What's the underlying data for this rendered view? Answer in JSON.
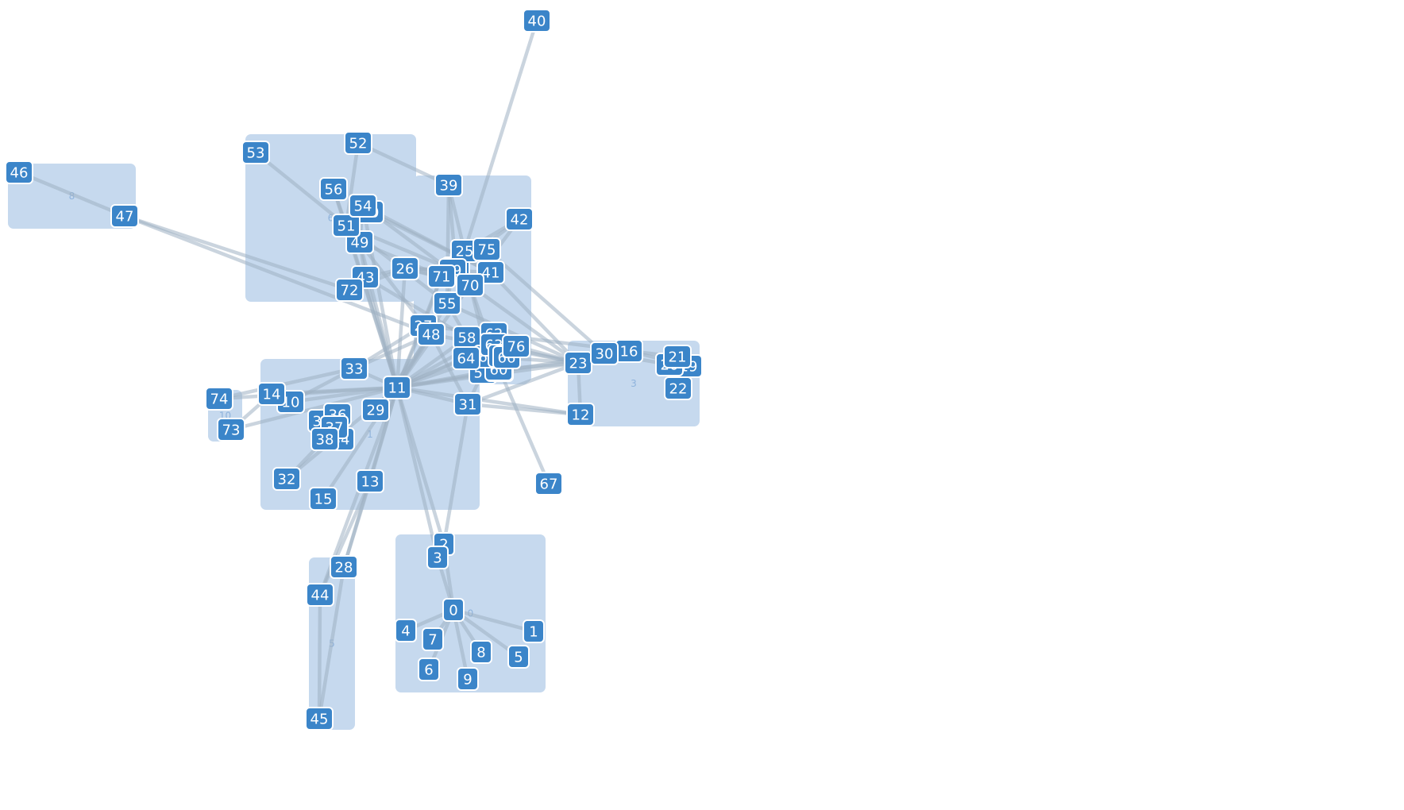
{
  "diagram": {
    "type": "grouped-network",
    "colors": {
      "node": "#3b85c9",
      "group": "#c6d9ee",
      "edge": "#9fb1c2",
      "node_text": "#ffffff"
    },
    "groups": [
      {
        "id": "g0",
        "label": "0",
        "nodes": [
          "0",
          "1",
          "2",
          "3",
          "4",
          "5",
          "6",
          "7",
          "8",
          "9"
        ]
      },
      {
        "id": "g1",
        "label": "1",
        "nodes": [
          "10",
          "11",
          "13",
          "14",
          "15",
          "29",
          "31",
          "32",
          "33",
          "34",
          "35",
          "36",
          "37",
          "38"
        ]
      },
      {
        "id": "g3",
        "label": "3",
        "nodes": [
          "12",
          "16",
          "19",
          "20",
          "21",
          "22",
          "23",
          "30"
        ]
      },
      {
        "id": "g5",
        "label": "5",
        "nodes": [
          "28",
          "44",
          "45"
        ]
      },
      {
        "id": "g6",
        "label": "6",
        "nodes": [
          "43",
          "49",
          "50",
          "51",
          "52",
          "53",
          "54",
          "56",
          "72"
        ]
      },
      {
        "id": "g7",
        "label": "7",
        "nodes": [
          "24",
          "25",
          "39",
          "41",
          "42",
          "55",
          "69",
          "70",
          "71",
          "75"
        ]
      },
      {
        "id": "g8",
        "label": "8",
        "nodes": [
          "46",
          "47"
        ]
      },
      {
        "id": "g9",
        "label": "9",
        "nodes": [
          "57",
          "58",
          "59",
          "60",
          "61",
          "62",
          "63",
          "64",
          "65",
          "66",
          "76"
        ]
      },
      {
        "id": "g10",
        "label": "10",
        "nodes": [
          "73",
          "74"
        ]
      }
    ],
    "nodes": [
      {
        "id": "0",
        "label": "0"
      },
      {
        "id": "1",
        "label": "1"
      },
      {
        "id": "2",
        "label": "2"
      },
      {
        "id": "3",
        "label": "3"
      },
      {
        "id": "4",
        "label": "4"
      },
      {
        "id": "5",
        "label": "5"
      },
      {
        "id": "6",
        "label": "6"
      },
      {
        "id": "7",
        "label": "7"
      },
      {
        "id": "8",
        "label": "8"
      },
      {
        "id": "9",
        "label": "9"
      },
      {
        "id": "10",
        "label": "10"
      },
      {
        "id": "11",
        "label": "11"
      },
      {
        "id": "12",
        "label": "12"
      },
      {
        "id": "13",
        "label": "13"
      },
      {
        "id": "14",
        "label": "14"
      },
      {
        "id": "15",
        "label": "15"
      },
      {
        "id": "16",
        "label": "16"
      },
      {
        "id": "19",
        "label": "19"
      },
      {
        "id": "20",
        "label": "20"
      },
      {
        "id": "21",
        "label": "21"
      },
      {
        "id": "22",
        "label": "22"
      },
      {
        "id": "23",
        "label": "23"
      },
      {
        "id": "24",
        "label": "24"
      },
      {
        "id": "25",
        "label": "25"
      },
      {
        "id": "26",
        "label": "26"
      },
      {
        "id": "27",
        "label": "27"
      },
      {
        "id": "28",
        "label": "28"
      },
      {
        "id": "29",
        "label": "29"
      },
      {
        "id": "30",
        "label": "30"
      },
      {
        "id": "31",
        "label": "31"
      },
      {
        "id": "32",
        "label": "32"
      },
      {
        "id": "33",
        "label": "33"
      },
      {
        "id": "34",
        "label": "34"
      },
      {
        "id": "35",
        "label": "35"
      },
      {
        "id": "36",
        "label": "36"
      },
      {
        "id": "37",
        "label": "37"
      },
      {
        "id": "38",
        "label": "38"
      },
      {
        "id": "39",
        "label": "39"
      },
      {
        "id": "40",
        "label": "40"
      },
      {
        "id": "41",
        "label": "41"
      },
      {
        "id": "42",
        "label": "42"
      },
      {
        "id": "43",
        "label": "43"
      },
      {
        "id": "44",
        "label": "44"
      },
      {
        "id": "45",
        "label": "45"
      },
      {
        "id": "46",
        "label": "46"
      },
      {
        "id": "47",
        "label": "47"
      },
      {
        "id": "48",
        "label": "48"
      },
      {
        "id": "49",
        "label": "49"
      },
      {
        "id": "50",
        "label": "50"
      },
      {
        "id": "51",
        "label": "51"
      },
      {
        "id": "52",
        "label": "52"
      },
      {
        "id": "53",
        "label": "53"
      },
      {
        "id": "54",
        "label": "54"
      },
      {
        "id": "55",
        "label": "55"
      },
      {
        "id": "56",
        "label": "56"
      },
      {
        "id": "57",
        "label": "57"
      },
      {
        "id": "58",
        "label": "58"
      },
      {
        "id": "59",
        "label": "59"
      },
      {
        "id": "60",
        "label": "60"
      },
      {
        "id": "61",
        "label": "61"
      },
      {
        "id": "62",
        "label": "62"
      },
      {
        "id": "63",
        "label": "63"
      },
      {
        "id": "64",
        "label": "64"
      },
      {
        "id": "65",
        "label": "65"
      },
      {
        "id": "66",
        "label": "66"
      },
      {
        "id": "67",
        "label": "67"
      },
      {
        "id": "69",
        "label": "69"
      },
      {
        "id": "70",
        "label": "70"
      },
      {
        "id": "71",
        "label": "71"
      },
      {
        "id": "72",
        "label": "72"
      },
      {
        "id": "73",
        "label": "73"
      },
      {
        "id": "74",
        "label": "74"
      },
      {
        "id": "75",
        "label": "75"
      },
      {
        "id": "76",
        "label": "76"
      }
    ],
    "edges": [
      [
        "0",
        "1"
      ],
      [
        "0",
        "2"
      ],
      [
        "0",
        "3"
      ],
      [
        "0",
        "4"
      ],
      [
        "0",
        "5"
      ],
      [
        "0",
        "6"
      ],
      [
        "0",
        "7"
      ],
      [
        "0",
        "8"
      ],
      [
        "0",
        "9"
      ],
      [
        "2",
        "11"
      ],
      [
        "3",
        "11"
      ],
      [
        "2",
        "31"
      ],
      [
        "11",
        "10"
      ],
      [
        "11",
        "13"
      ],
      [
        "11",
        "15"
      ],
      [
        "11",
        "29"
      ],
      [
        "11",
        "31"
      ],
      [
        "11",
        "33"
      ],
      [
        "11",
        "14"
      ],
      [
        "11",
        "32"
      ],
      [
        "11",
        "23"
      ],
      [
        "11",
        "12"
      ],
      [
        "11",
        "27"
      ],
      [
        "11",
        "48"
      ],
      [
        "11",
        "26"
      ],
      [
        "11",
        "43"
      ],
      [
        "11",
        "49"
      ],
      [
        "11",
        "51"
      ],
      [
        "11",
        "54"
      ],
      [
        "11",
        "55"
      ],
      [
        "11",
        "58"
      ],
      [
        "11",
        "64"
      ],
      [
        "11",
        "61"
      ],
      [
        "11",
        "63"
      ],
      [
        "11",
        "71"
      ],
      [
        "11",
        "70"
      ],
      [
        "11",
        "62"
      ],
      [
        "11",
        "57"
      ],
      [
        "11",
        "16"
      ],
      [
        "11",
        "28"
      ],
      [
        "11",
        "44"
      ],
      [
        "11",
        "74"
      ],
      [
        "11",
        "73"
      ],
      [
        "11",
        "56"
      ],
      [
        "10",
        "14"
      ],
      [
        "10",
        "33"
      ],
      [
        "14",
        "73"
      ],
      [
        "74",
        "33"
      ],
      [
        "32",
        "38"
      ],
      [
        "35",
        "36"
      ],
      [
        "37",
        "38"
      ],
      [
        "34",
        "36"
      ],
      [
        "33",
        "27"
      ],
      [
        "33",
        "48"
      ],
      [
        "29",
        "48"
      ],
      [
        "13",
        "28"
      ],
      [
        "13",
        "44"
      ],
      [
        "28",
        "45"
      ],
      [
        "44",
        "45"
      ],
      [
        "46",
        "47"
      ],
      [
        "47",
        "72"
      ],
      [
        "47",
        "48"
      ],
      [
        "53",
        "51"
      ],
      [
        "52",
        "51"
      ],
      [
        "52",
        "39"
      ],
      [
        "56",
        "51"
      ],
      [
        "54",
        "50"
      ],
      [
        "54",
        "49"
      ],
      [
        "49",
        "43"
      ],
      [
        "43",
        "72"
      ],
      [
        "72",
        "26"
      ],
      [
        "51",
        "48"
      ],
      [
        "51",
        "55"
      ],
      [
        "54",
        "70"
      ],
      [
        "54",
        "41"
      ],
      [
        "49",
        "71"
      ],
      [
        "43",
        "26"
      ],
      [
        "26",
        "69"
      ],
      [
        "26",
        "71"
      ],
      [
        "26",
        "70"
      ],
      [
        "26",
        "41"
      ],
      [
        "43",
        "58"
      ],
      [
        "50",
        "41"
      ],
      [
        "51",
        "69"
      ],
      [
        "39",
        "25"
      ],
      [
        "39",
        "24"
      ],
      [
        "39",
        "55"
      ],
      [
        "40",
        "25"
      ],
      [
        "42",
        "25"
      ],
      [
        "42",
        "69"
      ],
      [
        "42",
        "70"
      ],
      [
        "25",
        "75"
      ],
      [
        "25",
        "69"
      ],
      [
        "75",
        "41"
      ],
      [
        "41",
        "70"
      ],
      [
        "69",
        "55"
      ],
      [
        "24",
        "71"
      ],
      [
        "70",
        "59"
      ],
      [
        "70",
        "61"
      ],
      [
        "71",
        "27"
      ],
      [
        "55",
        "58"
      ],
      [
        "55",
        "27"
      ],
      [
        "55",
        "23"
      ],
      [
        "70",
        "23"
      ],
      [
        "41",
        "23"
      ],
      [
        "75",
        "30"
      ],
      [
        "58",
        "62"
      ],
      [
        "58",
        "64"
      ],
      [
        "62",
        "63"
      ],
      [
        "62",
        "76"
      ],
      [
        "63",
        "66"
      ],
      [
        "64",
        "61"
      ],
      [
        "61",
        "60"
      ],
      [
        "60",
        "57"
      ],
      [
        "65",
        "61"
      ],
      [
        "66",
        "59"
      ],
      [
        "76",
        "23"
      ],
      [
        "61",
        "23"
      ],
      [
        "63",
        "23"
      ],
      [
        "59",
        "67"
      ],
      [
        "60",
        "23"
      ],
      [
        "57",
        "31"
      ],
      [
        "23",
        "30"
      ],
      [
        "23",
        "16"
      ],
      [
        "23",
        "12"
      ],
      [
        "30",
        "16"
      ],
      [
        "16",
        "19"
      ],
      [
        "16",
        "21"
      ],
      [
        "21",
        "19"
      ],
      [
        "21",
        "20"
      ],
      [
        "20",
        "22"
      ],
      [
        "19",
        "22"
      ],
      [
        "30",
        "20"
      ],
      [
        "23",
        "31"
      ],
      [
        "12",
        "31"
      ],
      [
        "27",
        "16"
      ],
      [
        "48",
        "23"
      ],
      [
        "48",
        "31"
      ]
    ]
  }
}
